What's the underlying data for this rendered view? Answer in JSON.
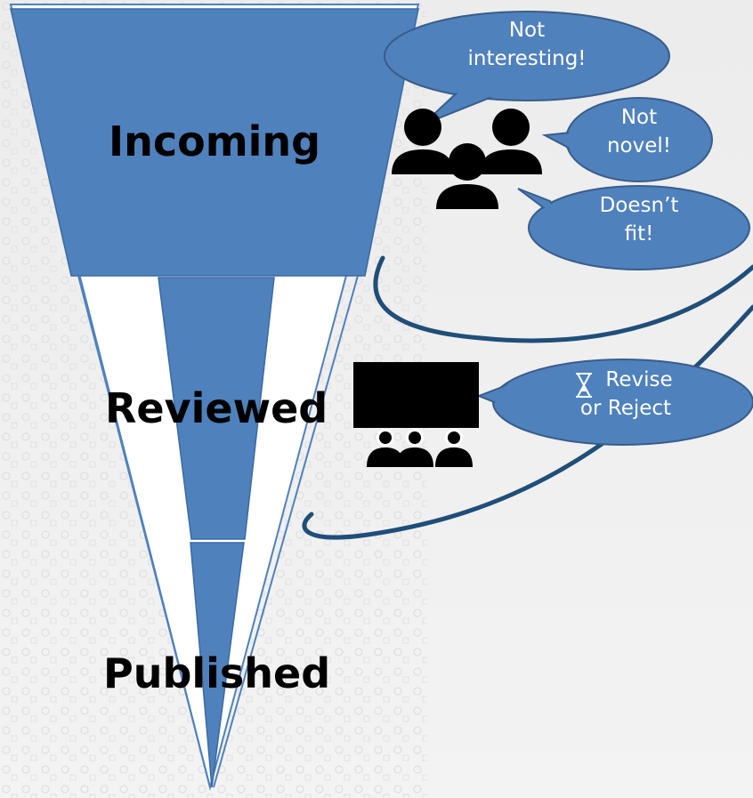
{
  "stages": {
    "incoming": "Incoming",
    "reviewed": "Reviewed",
    "published": "Published"
  },
  "bubbles": {
    "not_interesting": [
      "Not",
      "interesting!"
    ],
    "not_novel": [
      "Not",
      "novel!"
    ],
    "doesnt_fit": [
      "Doesn’t",
      "fit!"
    ],
    "revise_reject": [
      "Revise",
      "or Reject"
    ]
  },
  "colors": {
    "funnel_fill": "#4f81bd",
    "bubble_fill": "#4f81bd",
    "bubble_stroke": "#385d8a",
    "arrow": "#1f4e79"
  },
  "icons": [
    "group-of-people-icon",
    "audience-presentation-icon",
    "hourglass-icon"
  ]
}
